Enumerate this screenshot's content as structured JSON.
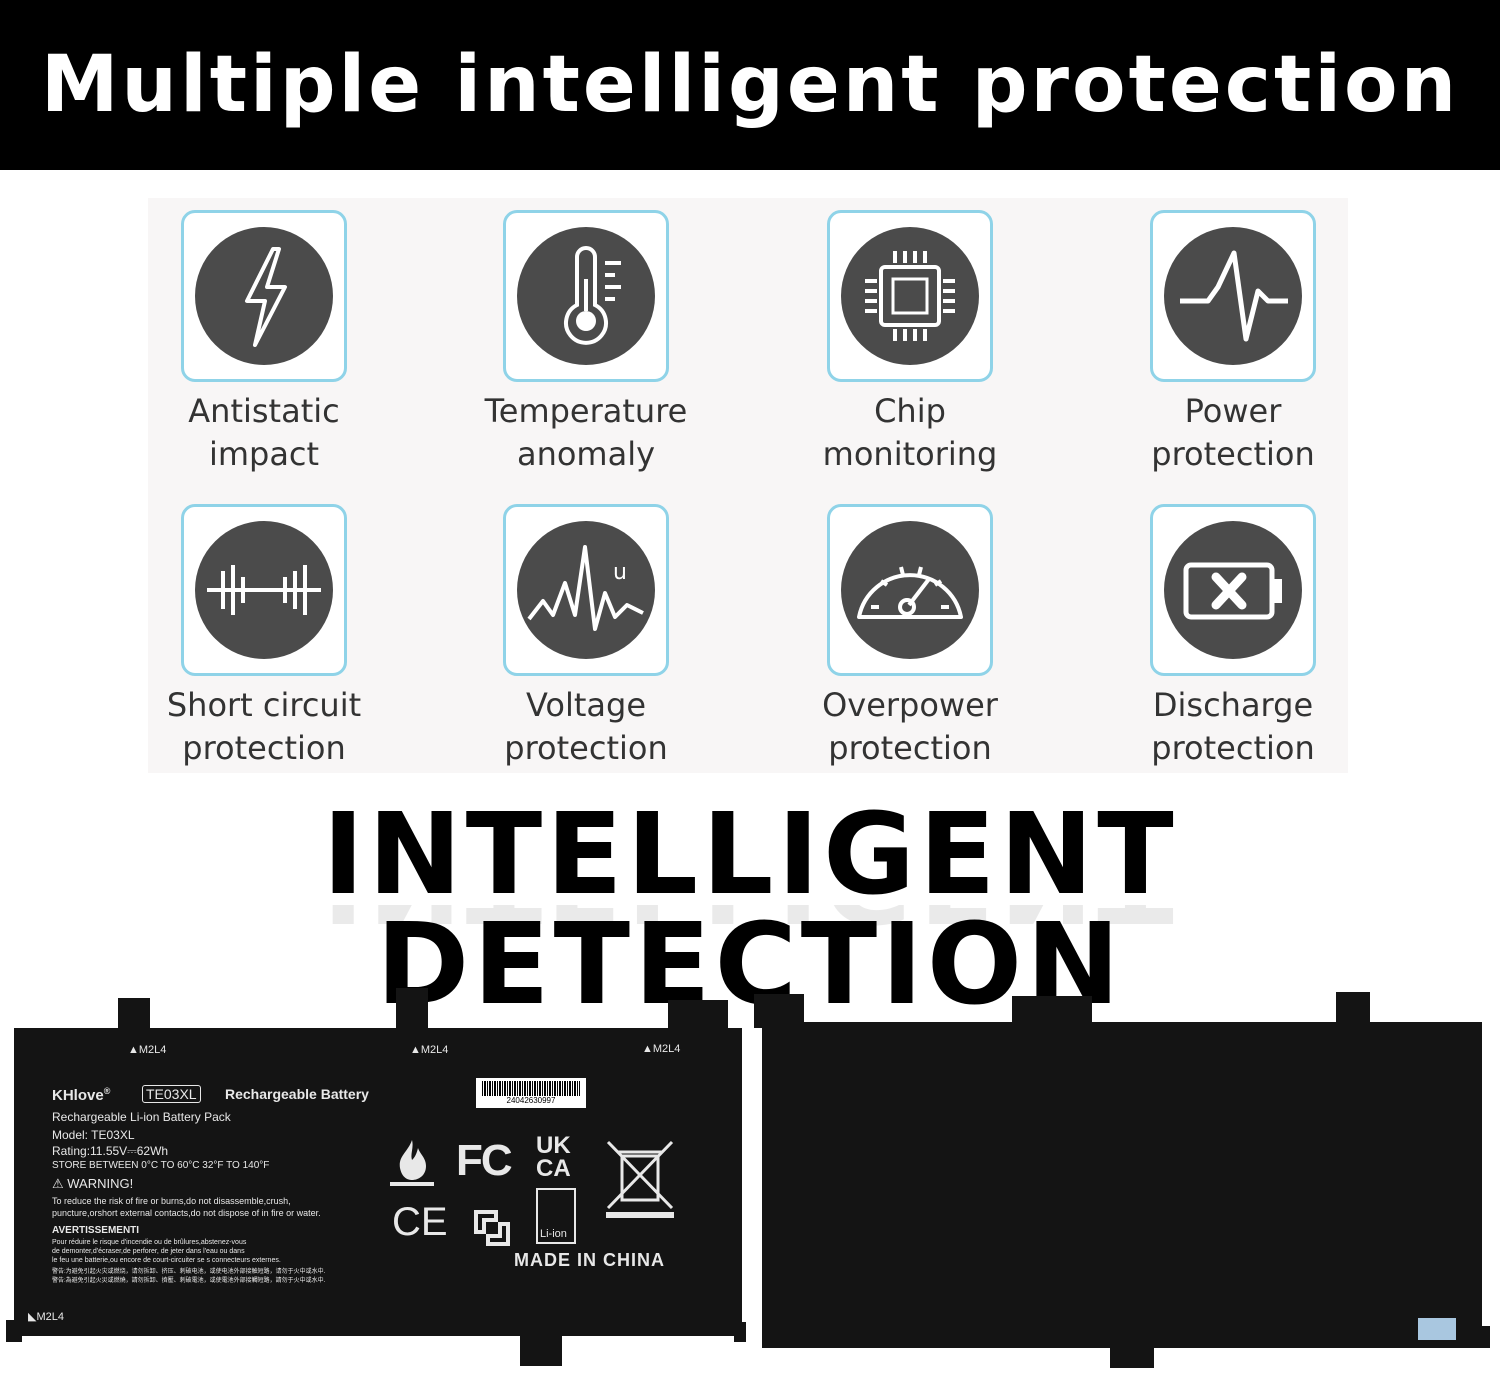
{
  "banner": {
    "title": "Multiple intelligent protection"
  },
  "features": [
    {
      "icon": "lightning-icon",
      "line1": "Antistatic",
      "line2": "impact"
    },
    {
      "icon": "thermometer-icon",
      "line1": "Temperature",
      "line2": "anomaly"
    },
    {
      "icon": "chip-icon",
      "line1": "Chip",
      "line2": "monitoring"
    },
    {
      "icon": "pulse-icon",
      "line1": "Power",
      "line2": "protection"
    },
    {
      "icon": "short-circuit-icon",
      "line1": "Short circuit",
      "line2": "protection"
    },
    {
      "icon": "voltage-wave-icon",
      "line1": "Voltage",
      "line2": "protection"
    },
    {
      "icon": "gauge-icon",
      "line1": "Overpower",
      "line2": "protection"
    },
    {
      "icon": "battery-x-icon",
      "line1": "Discharge",
      "line2": "protection"
    }
  ],
  "headline": "INTELLIGENT DETECTION",
  "battery_label": {
    "marker": "▲M2L4",
    "marker_bottom": "◣M2L4",
    "brand": "KHlove",
    "reg": "®",
    "model_box": "TE03XL",
    "product": "Rechargeable Battery",
    "subtitle": "Rechargeable Li-ion Battery Pack",
    "model": "Model: TE03XL",
    "rating": "Rating:11.55V⎓62Wh",
    "store": "STORE BETWEEN  0°C  TO 60°C  32°F TO 140°F",
    "warning_title": "⚠ WARNING!",
    "warning_text1": "To reduce the risk of fire or burns,do not disassemble,crush,",
    "warning_text2": "puncture,orshort external contacts,do not dispose of in fire or water.",
    "avert_title": "AVERTISSEMENTI",
    "avert_text1": "Pour réduire le risque d'incendie ou de brûlures,abstenez-vous",
    "avert_text2": "de demonter,d'écraser,de perforer, de jeter dans l'eau ou dans",
    "avert_text3": "le feu une batterie,ou encore de court-circuiter se s connecteurs externes.",
    "cn_text1": "警告:为避免引起火灾或燃烧，请勿拆卸、挤压、刺破电池，或使电池外部接触短路，请勿于火中或水中.",
    "cn_text2": "警告:為避免引起火災或燃燒，請勿拆卸、擠壓、刺破電池，或使電池外部接觸短路，請勿于火中或水中.",
    "barcode_number": "24042630997",
    "fc": "FC",
    "ukca_top": "UK",
    "ukca_bottom": "CA",
    "ce": "CE",
    "li_ion": "Li-ion",
    "made_in": "MADE IN CHINA"
  }
}
